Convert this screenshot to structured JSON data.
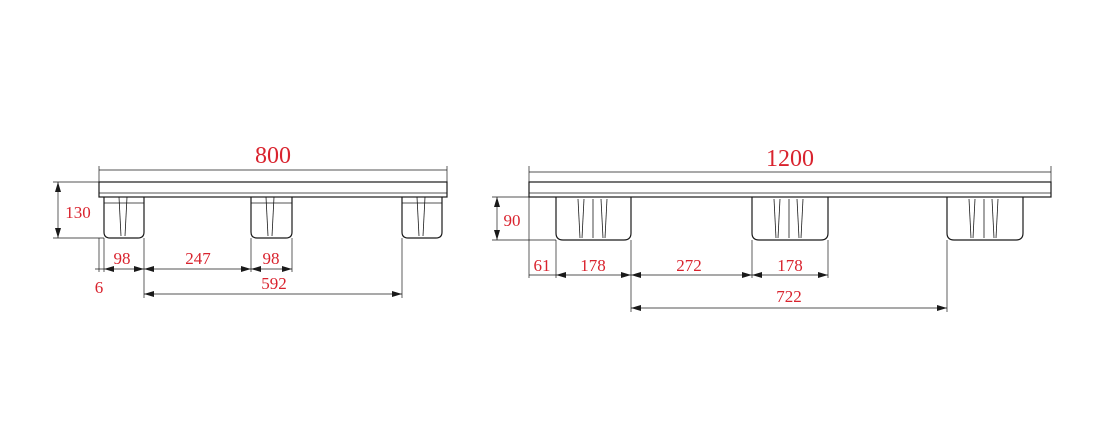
{
  "colors": {
    "dimension_text": "#d9232e",
    "line": "#1a1a1a"
  },
  "view_800": {
    "overall": "800",
    "height": "130",
    "offset": "6",
    "block_left": "98",
    "gap": "247",
    "block_mid": "98",
    "span": "592"
  },
  "view_1200": {
    "overall": "1200",
    "height": "90",
    "offset": "61",
    "block_left": "178",
    "gap": "272",
    "block_mid": "178",
    "span": "722"
  }
}
